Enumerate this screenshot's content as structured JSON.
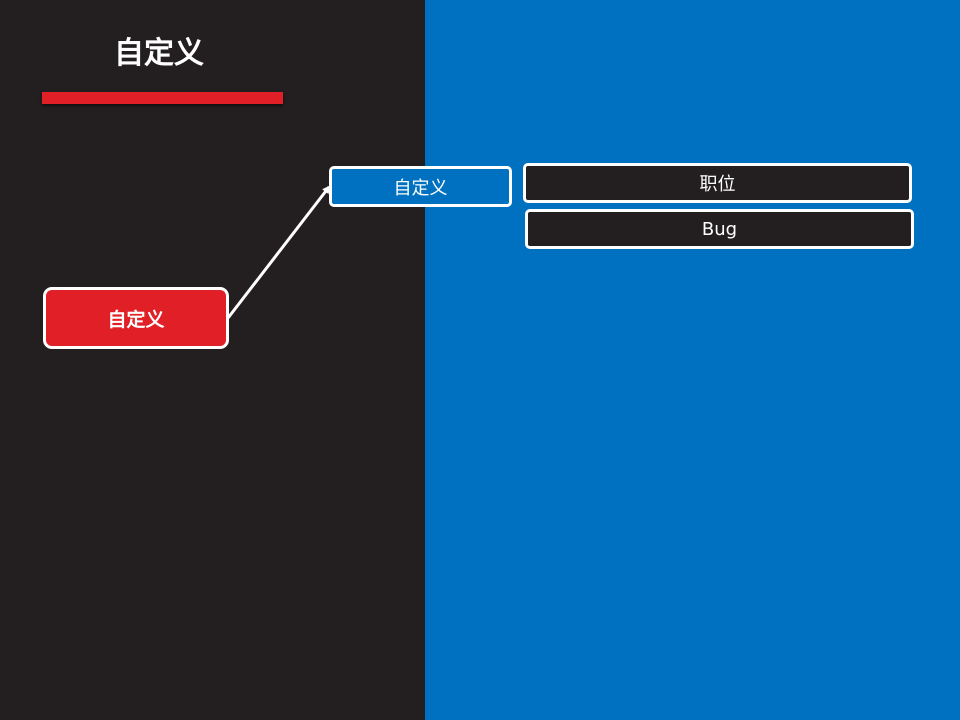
{
  "slide": {
    "title": "自定义"
  },
  "diagram": {
    "root": {
      "label": "自定义"
    },
    "level1": {
      "label": "自定义"
    },
    "leaves": [
      {
        "label": "职位"
      },
      {
        "label": "Bug"
      }
    ]
  },
  "colors": {
    "dark_panel": "#231f20",
    "blue_panel": "#0070c0",
    "accent_red": "#e01f26",
    "outline": "#ffffff"
  }
}
